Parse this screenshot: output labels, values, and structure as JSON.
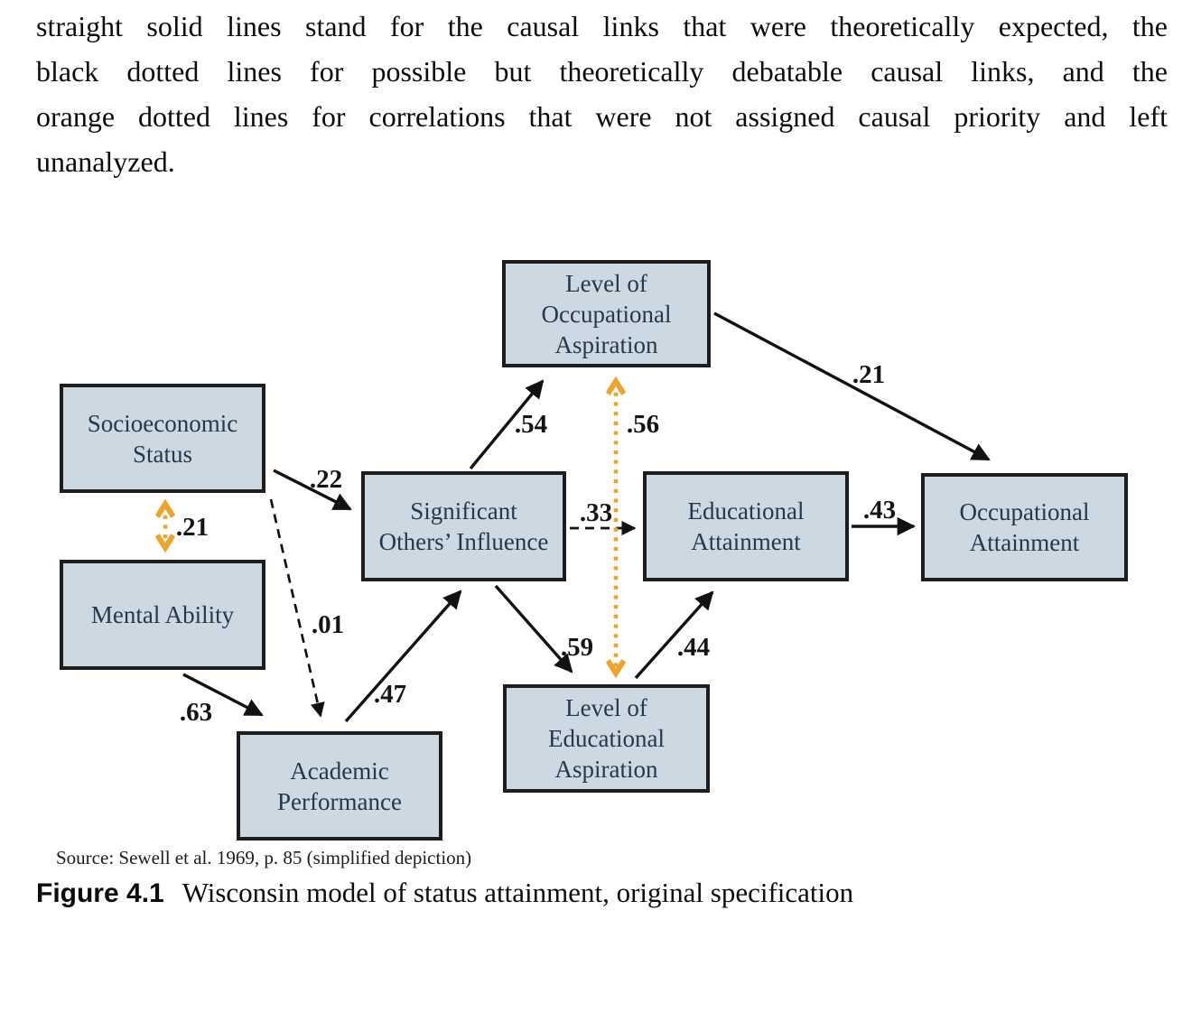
{
  "page": {
    "intro_lines": [
      "straight solid lines stand for the causal links that were theoretically expected, the",
      "black dotted lines for possible but theoretically debatable causal links, and the",
      "orange dotted lines for correlations that were not assigned causal priority and left",
      "unanalyzed."
    ],
    "source_note": "Source: Sewell et al. 1969, p. 85 (simplified depiction)",
    "caption": {
      "label": "Figure 4.1",
      "text": "Wisconsin model of status attainment, original specification"
    }
  },
  "diagram": {
    "type": "path-diagram",
    "colors": {
      "box_fill": "#ccd8e2",
      "box_border": "#1d1d1d",
      "box_text": "#26384a",
      "line_black": "#121212",
      "line_orange": "#f0a32a"
    },
    "boxes": [
      {
        "id": "loa",
        "label": "Level of Occupational Aspiration",
        "lines": [
          "Level of",
          "Occupational",
          "Aspiration"
        ]
      },
      {
        "id": "ses",
        "label": "Socioeconomic Status",
        "lines": [
          "Socioeconomic",
          "Status"
        ]
      },
      {
        "id": "ma",
        "label": "Mental Ability",
        "lines": [
          "Mental Ability"
        ]
      },
      {
        "id": "soi",
        "label": "Significant Others’ Influence",
        "lines": [
          "Significant",
          "Others’ Influence"
        ]
      },
      {
        "id": "ea",
        "label": "Educational Attainment",
        "lines": [
          "Educational",
          "Attainment"
        ]
      },
      {
        "id": "oa",
        "label": "Occupational Attainment",
        "lines": [
          "Occupational",
          "Attainment"
        ]
      },
      {
        "id": "lea",
        "label": "Level of Educational Aspiration",
        "lines": [
          "Level of",
          "Educational",
          "Aspiration"
        ]
      },
      {
        "id": "ap",
        "label": "Academic Performance",
        "lines": [
          "Academic",
          "Performance"
        ]
      }
    ],
    "links": [
      {
        "from": "Socioeconomic Status",
        "to": "Significant Others’ Influence",
        "coefficient": ".22",
        "style": "solid-causal"
      },
      {
        "from": "Socioeconomic Status",
        "to": "Mental Ability",
        "coefficient": ".21",
        "style": "orange-dotted-correlation"
      },
      {
        "from": "Socioeconomic Status",
        "to": "Academic Performance",
        "coefficient": ".01",
        "style": "black-dashed-debatable"
      },
      {
        "from": "Mental Ability",
        "to": "Academic Performance",
        "coefficient": ".63",
        "style": "solid-causal"
      },
      {
        "from": "Academic Performance",
        "to": "Significant Others’ Influence",
        "coefficient": ".47",
        "style": "solid-causal"
      },
      {
        "from": "Significant Others’ Influence",
        "to": "Level of Occupational Aspiration",
        "coefficient": ".54",
        "style": "solid-causal"
      },
      {
        "from": "Significant Others’ Influence",
        "to": "Educational Attainment",
        "coefficient": ".33",
        "style": "black-dashed-debatable"
      },
      {
        "from": "Significant Others’ Influence",
        "to": "Level of Educational Aspiration",
        "coefficient": ".59",
        "style": "solid-causal"
      },
      {
        "from": "Level of Occupational Aspiration",
        "to": "Level of Educational Aspiration",
        "coefficient": ".56",
        "style": "orange-dotted-correlation"
      },
      {
        "from": "Level of Educational Aspiration",
        "to": "Educational Attainment",
        "coefficient": ".44",
        "style": "solid-causal"
      },
      {
        "from": "Level of Occupational Aspiration",
        "to": "Occupational Attainment",
        "coefficient": ".21",
        "style": "solid-causal"
      },
      {
        "from": "Educational Attainment",
        "to": "Occupational Attainment",
        "coefficient": ".43",
        "style": "solid-causal"
      }
    ]
  }
}
